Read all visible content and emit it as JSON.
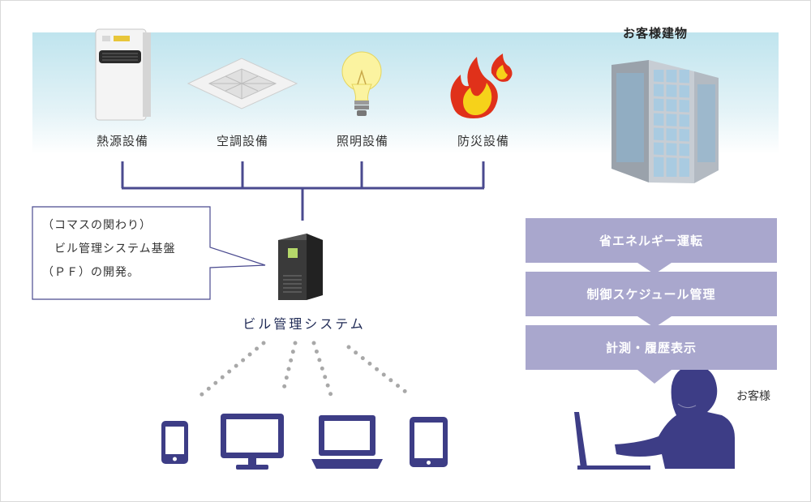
{
  "equipment": [
    {
      "label": "熱源設備",
      "icon": "heat-source-unit-icon"
    },
    {
      "label": "空調設備",
      "icon": "ceiling-air-conditioner-icon"
    },
    {
      "label": "照明設備",
      "icon": "light-bulb-icon"
    },
    {
      "label": "防災設備",
      "icon": "fire-icon"
    }
  ],
  "building": {
    "title": "お客様建物",
    "icon": "office-building-icon"
  },
  "bubble": {
    "line1": "（コマスの関わり）",
    "line2": "　ビル管理システム基盤",
    "line3": "（ＰＦ）の開発。"
  },
  "bms": {
    "label": "ビル管理システム",
    "icon": "server-tower-icon"
  },
  "devices": [
    "smartphone-icon",
    "monitor-icon",
    "laptop-icon",
    "tablet-icon"
  ],
  "features": [
    "省エネルギー運転",
    "制御スケジュール管理",
    "計測・履歴表示"
  ],
  "customer": {
    "label": "お客様",
    "icon": "person-at-laptop-icon"
  },
  "colors": {
    "accent": "#4a4a8f",
    "step_bg": "#a9a7cd",
    "device": "#3d3d86",
    "dots": "#a8a8a8"
  }
}
